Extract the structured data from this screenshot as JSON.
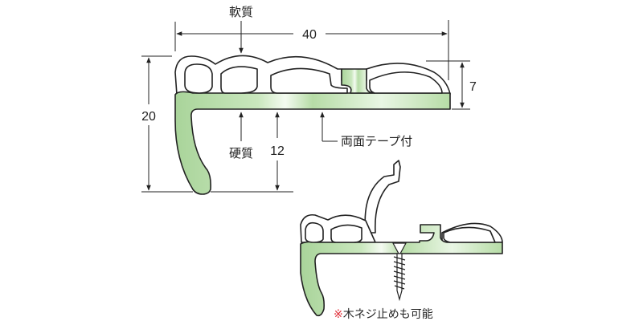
{
  "labels": {
    "soft": "軟質",
    "hard": "硬質",
    "tape": "両面テープ付",
    "note_mark": "※",
    "note_text": "木ネジ止めも可能"
  },
  "dimensions": {
    "width": "40",
    "height": "20",
    "top_height": "7",
    "leg_height": "12"
  },
  "colors": {
    "hard_material": "#b6dca6",
    "note_mark": "#e0303a"
  }
}
